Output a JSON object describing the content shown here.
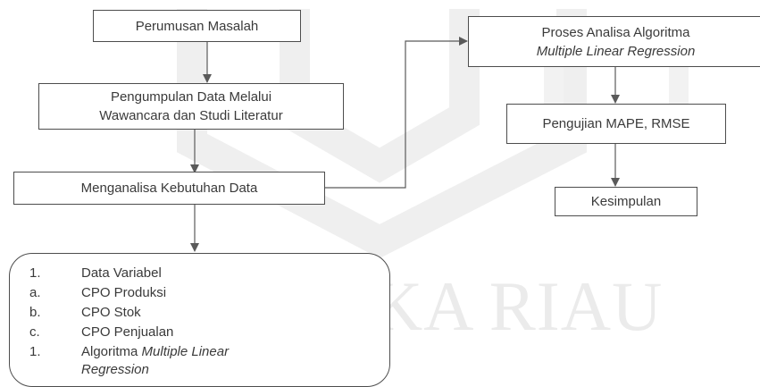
{
  "watermark": {
    "text": "UIN SUSKA RIAU"
  },
  "boxes": {
    "perumusan": {
      "text": "Perumusan Masalah"
    },
    "pengumpulan": {
      "line1": "Pengumpulan Data Melalui",
      "line2": "Wawancara dan Studi Literatur"
    },
    "menganalisa": {
      "text": "Menganalisa Kebutuhan Data"
    },
    "proses": {
      "line1": "Proses Analisa Algoritma",
      "line2": "Multiple Linear Regression"
    },
    "pengujian": {
      "text": "Pengujian MAPE, RMSE"
    },
    "kesimpulan": {
      "text": "Kesimpulan"
    }
  },
  "notes": {
    "items": [
      {
        "num": "1.",
        "text": "Data Variabel"
      },
      {
        "num": "a.",
        "text": "CPO Produksi"
      },
      {
        "num": "b.",
        "text": "CPO Stok"
      },
      {
        "num": "c.",
        "text": "CPO Penjualan"
      },
      {
        "num": "1.",
        "text": "Algoritma ",
        "italic": "Multiple Linear",
        "italic2": "Regression"
      }
    ]
  },
  "colors": {
    "line": "#5a5a5a",
    "border": "#4d4d4d",
    "text": "#3a3a3a",
    "watermark": "#ebebeb"
  }
}
